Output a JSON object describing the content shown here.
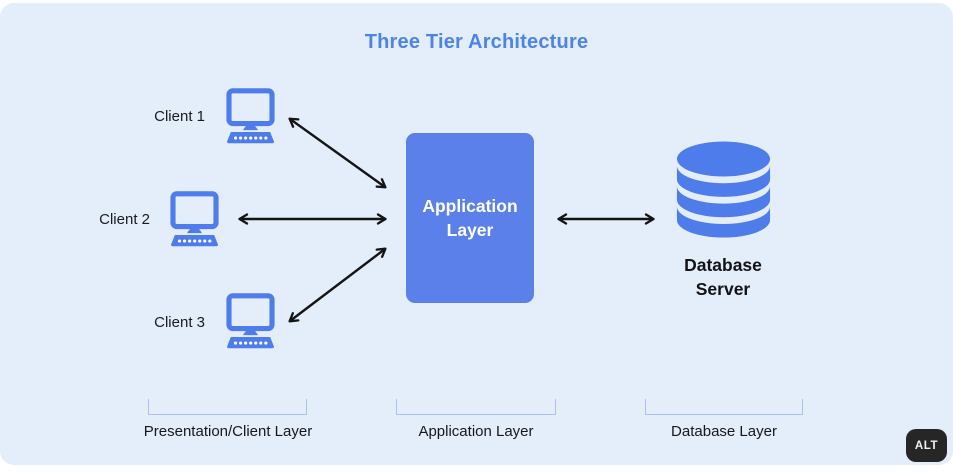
{
  "title": "Three Tier Architecture",
  "colors": {
    "background": "#e4edfa",
    "icon_blue": "#4f7ceb",
    "box_blue": "#5b80ea",
    "title_blue": "#4d84ea",
    "bracket_blue": "#a7c4ef",
    "arrow_black": "#141414",
    "alt_badge_bg": "#262626"
  },
  "clients": [
    {
      "label": "Client 1"
    },
    {
      "label": "Client 2"
    },
    {
      "label": "Client 3"
    }
  ],
  "application_box": {
    "label": "Application Layer"
  },
  "database": {
    "label": "Database Server"
  },
  "layers": [
    {
      "label": "Presentation/Client Layer"
    },
    {
      "label": "Application Layer"
    },
    {
      "label": "Database Layer"
    }
  ],
  "alt_badge": "ALT"
}
